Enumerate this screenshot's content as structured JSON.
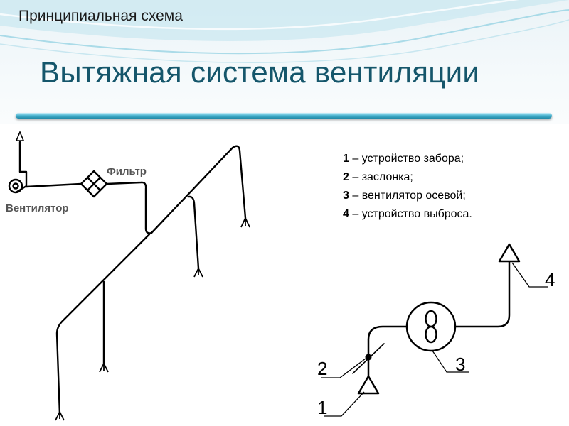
{
  "header": {
    "subtitle": "Принципиальная схема",
    "title": "Вытяжная система вентиляции"
  },
  "left_diagram": {
    "fan_label": "Вентилятор",
    "filter_label": "Фильтр"
  },
  "legend": {
    "items": [
      {
        "num": "1",
        "text": " – устройство забора;"
      },
      {
        "num": "2",
        "text": " – заслонка;"
      },
      {
        "num": "3",
        "text": " – вентилятор осевой;"
      },
      {
        "num": "4",
        "text": " – устройство выброса."
      }
    ]
  },
  "right_diagram": {
    "labels": [
      "1",
      "2",
      "3",
      "4"
    ]
  },
  "colors": {
    "title": "#15566b",
    "divider": "#2a9ab9"
  }
}
